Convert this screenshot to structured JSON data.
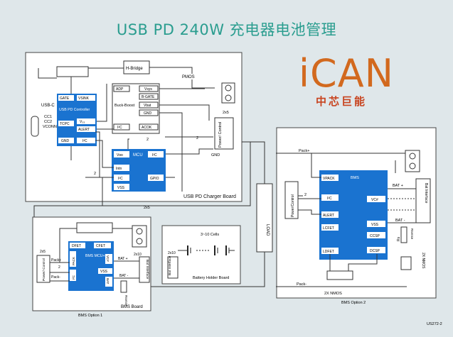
{
  "title": "USB PD 240W 充电器电池管理",
  "logo": {
    "word": "iCAN",
    "subtitle": "中芯巨能"
  },
  "usb_board": {
    "caption": "USB PD Charger Board",
    "usb_c": "USB-C",
    "cc1": "CC1",
    "cc2": "CC2",
    "vconn": "VCONN",
    "pd_controller": {
      "gate": "GATE",
      "vsink": "VSINK",
      "name": "USB PD Controller",
      "tcpc": "TCPC",
      "v33": "V₃₃",
      "alert": "ALERT",
      "gnd": "GND",
      "i2c": "I²C"
    },
    "hbridge": "H-Bridge",
    "pmos": "PMOS",
    "buck_boost": {
      "name": "Buck-Boost",
      "adp": "ADP",
      "vsys": "Vsys",
      "bgate": "B-GATE",
      "vbat": "Vbat",
      "gnd": "GND",
      "i2c": "I²C",
      "acok": "ACOK"
    },
    "mcu": {
      "name": "MCU",
      "vdd": "Vᴅᴅ",
      "i2c_top": "I²C",
      "intn": "Intn",
      "i2c": "I²C",
      "gpio": "GPIO",
      "vss": "VSS"
    },
    "power_control": "Power/\nControl",
    "bus_2x5": "2x5",
    "gnd": "GND",
    "wire_2": "2"
  },
  "bms_opt2": {
    "caption": "BMS Option 2",
    "bms": "BMS",
    "vpack": "VPACK",
    "i2c": "I²C",
    "alert": "ALERT",
    "lcfet": "LCFET",
    "ldfet": "LDFET",
    "vcn": "VC#",
    "vss": "VSS",
    "ccsp": "CCSP",
    "dcsp": "DCSP",
    "pack_plus": "Pack+",
    "pack_minus": "Pack-",
    "bat_plus": "BAT +",
    "bat_minus": "BAT -",
    "power_control": "Power/Control",
    "bat_interface": "Bat Interface",
    "rs": "Rs",
    "rs_sense": "Rsense",
    "nmos_2x": "2X NMOS",
    "nmos": "NMOS",
    "two_x": "2X",
    "wire_2": "2"
  },
  "load": "LOAD",
  "bus_2x5_lower": "2x5",
  "bms_board": {
    "caption": "BMS Board",
    "opt1": "BMS Option 1",
    "dfet": "DFET",
    "cfet": "CFET",
    "bms": "BMS\nMCU+BFE",
    "pack": "PACK",
    "i2c": "I²C",
    "vc": "VC#",
    "bat": "BAT",
    "vss": "VSS",
    "bat_plus": "BAT +",
    "bat_minus": "BAT -",
    "pack_plus": "Pack+",
    "pack_minus": "Pack-",
    "power_control": "Power/\nControl",
    "bus_2x5": "2x5",
    "bus_2x10": "2x10",
    "bat_interface": "Bat Interface",
    "rsense": "Rsense",
    "wire_2": "2"
  },
  "battery_board": {
    "caption": "Battery Holder Board",
    "cells": "3~10 Cells",
    "bus_2x10": "2x10",
    "bat_interface": "Bat Interface"
  },
  "footer_code": "US272-2",
  "colors": {
    "chip": "#1a73d0",
    "chip_pin": "#ffffff",
    "box": "#ffffff",
    "line": "#222222",
    "title": "#2a9d8f",
    "logo": "#d2691e"
  }
}
